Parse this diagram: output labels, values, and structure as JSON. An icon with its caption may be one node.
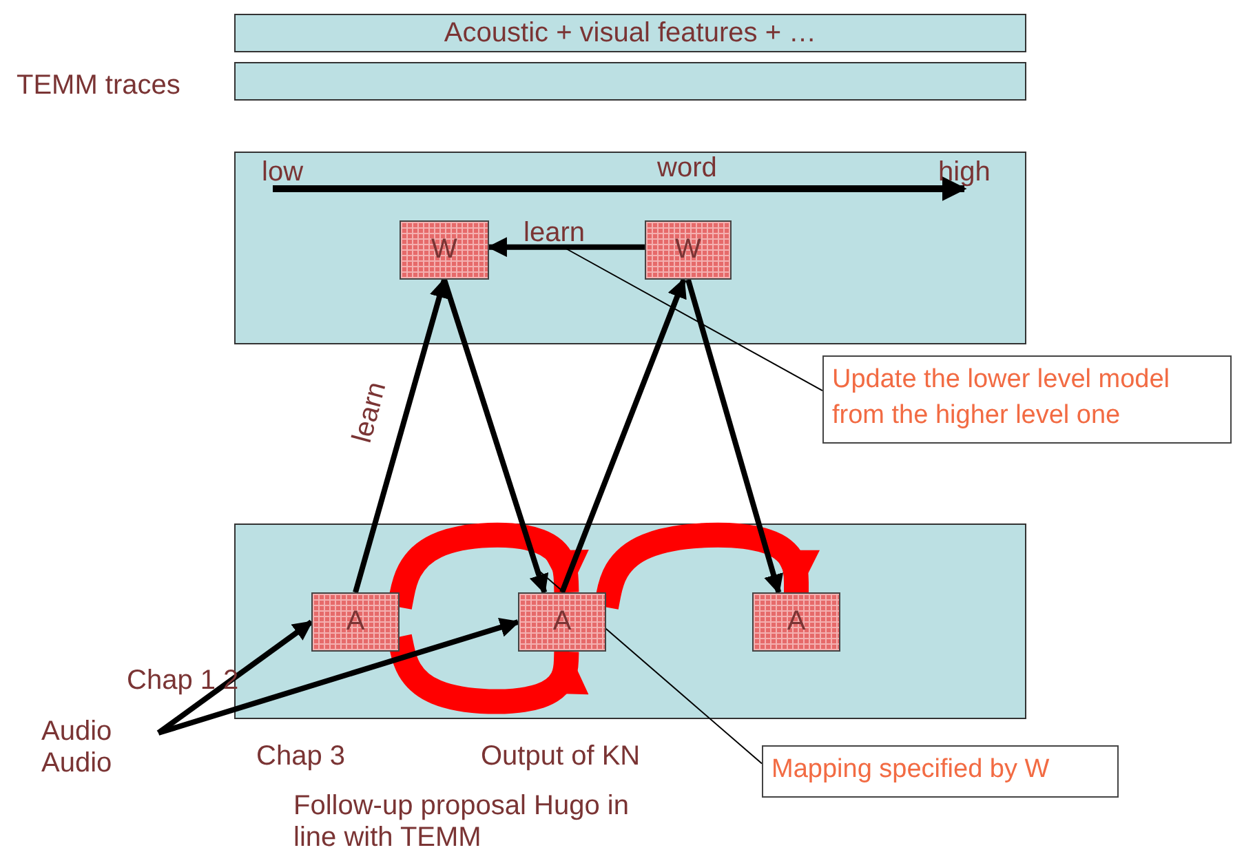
{
  "diagram": {
    "nodes": [
      {
        "text": [
          "Acoustic + visual features + …"
        ]
      },
      {
        "text": [],
        "shape": "box",
        "beside": [
          "TEMM traces"
        ]
      },
      {
        "text": [],
        "shape": "box"
      },
      {
        "text": [
          "W"
        ],
        "in": 2
      },
      {
        "text": [
          "W"
        ],
        "in": 2
      },
      {
        "text": [],
        "shape": "box"
      },
      {
        "text": [
          "A"
        ],
        "in": 5
      },
      {
        "text": [
          "A"
        ],
        "in": 5
      },
      {
        "text": [
          "A"
        ],
        "in": 5
      },
      {
        "text": [
          "Audio Audio"
        ]
      },
      {
        "text": [
          "Update the lower level model from the higher level one"
        ]
      },
      {
        "text": [
          "Mapping specified by W"
        ]
      }
    ],
    "edges": [
      {
        "from": 4,
        "to": 3,
        "arrow": "to",
        "label": "learn"
      },
      {
        "from": 6,
        "to": 3,
        "arrow": "to",
        "label": "learn"
      },
      {
        "from": 3,
        "to": 7,
        "arrow": "to"
      },
      {
        "from": 7,
        "to": 4,
        "arrow": "to"
      },
      {
        "from": 4,
        "to": 8,
        "arrow": "to"
      },
      {
        "from": 6,
        "to": 7,
        "arrow": "to",
        "style": "thick",
        "color": "#ff0000"
      },
      {
        "from": 6,
        "to": 7,
        "arrow": "to",
        "style": "thick",
        "color": "#ff0000"
      },
      {
        "from": 7,
        "to": 8,
        "arrow": "to",
        "style": "thick",
        "color": "#ff0000"
      },
      {
        "from": 9,
        "to": 6,
        "arrow": "to"
      },
      {
        "from": 9,
        "to": 7,
        "arrow": "to"
      },
      {
        "from": 10,
        "to": null,
        "arrow": "none"
      },
      {
        "from": 11,
        "to": null,
        "arrow": "none"
      }
    ],
    "labels": [
      "low",
      "word",
      "high",
      "Chap 1 2",
      "Chap 3",
      "Output of KN",
      "Follow-up proposal Hugo in line with TEMM"
    ]
  }
}
